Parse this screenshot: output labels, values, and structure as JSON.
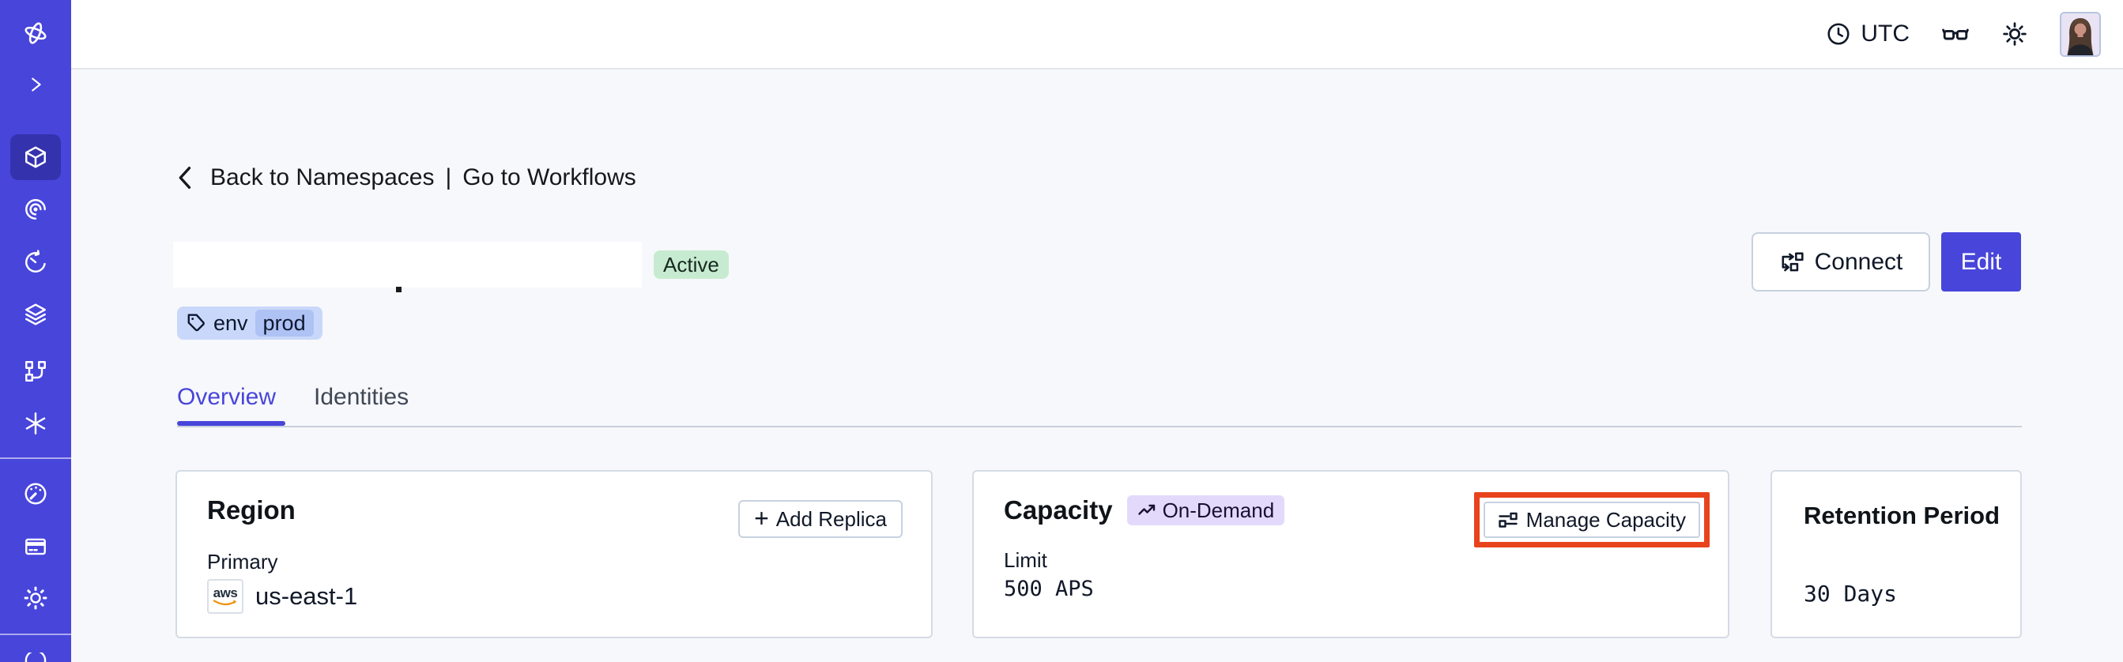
{
  "topbar": {
    "timezone": "UTC",
    "icons": [
      "clock-icon",
      "glasses-icon",
      "sun-icon",
      "avatar"
    ]
  },
  "sidebar": {
    "icons": [
      "temporal-logo",
      "expand-chevron-icon",
      "namespaces-cube-icon",
      "workflows-spiral-icon",
      "schedules-clock-icon",
      "deployments-layers-icon",
      "batch-operations-branch-icon",
      "nexus-asterisk-icon",
      "usage-gauge-icon",
      "billing-card-icon",
      "settings-gear-icon",
      "help-icon"
    ],
    "active_item": "namespaces"
  },
  "breadcrumb": {
    "back_label": "Back to Namespaces",
    "separator": "|",
    "workflows_label": "Go to Workflows"
  },
  "namespace": {
    "status_badge": "Active",
    "tag": {
      "key": "env",
      "value": "prod"
    }
  },
  "header_actions": {
    "connect_label": "Connect",
    "edit_label": "Edit"
  },
  "tabs": [
    {
      "label": "Overview",
      "active": true
    },
    {
      "label": "Identities",
      "active": false
    }
  ],
  "cards": {
    "region": {
      "title": "Region",
      "plus_icon": "+",
      "add_replica_label": "Add Replica",
      "primary_label": "Primary",
      "provider_icon": "aws",
      "value": "us-east-1"
    },
    "capacity": {
      "title": "Capacity",
      "badge_label": "On-Demand",
      "manage_label": "Manage Capacity",
      "limit_label": "Limit",
      "value": "500 APS"
    },
    "retention": {
      "title": "Retention Period",
      "value": "30 Days"
    }
  },
  "colors": {
    "accent": "#4845DB",
    "sidebar_bg": "#4845DB",
    "status_active_bg": "#C7EBD1",
    "status_active_text": "#17291F",
    "tag_bg": "#C9D8FA",
    "tag_chip_bg": "#AEC2F4",
    "on_demand_bg": "#E3DAFB",
    "annotation_red": "#E8431C",
    "page_bg": "#F7F8FB"
  }
}
